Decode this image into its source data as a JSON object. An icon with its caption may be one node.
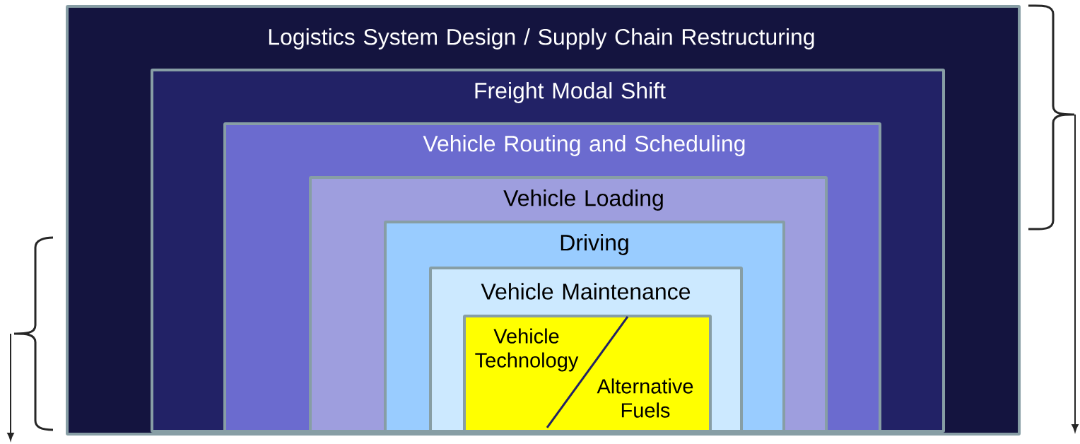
{
  "diagram": {
    "nodes": [
      {
        "text": [
          "Logistics System Design / Supply Chain Restructuring"
        ]
      },
      {
        "text": [
          "Freight Modal Shift"
        ],
        "in": 0
      },
      {
        "text": [
          "Vehicle Routing and Scheduling"
        ],
        "in": 1
      },
      {
        "text": [
          "Vehicle Loading"
        ],
        "in": 2
      },
      {
        "text": [
          "Driving"
        ],
        "in": 3
      },
      {
        "text": [
          "Vehicle Maintenance"
        ],
        "in": 4
      },
      {
        "text": [
          "Vehicle Technology",
          "Alternative Fuels"
        ],
        "in": 5
      }
    ]
  }
}
